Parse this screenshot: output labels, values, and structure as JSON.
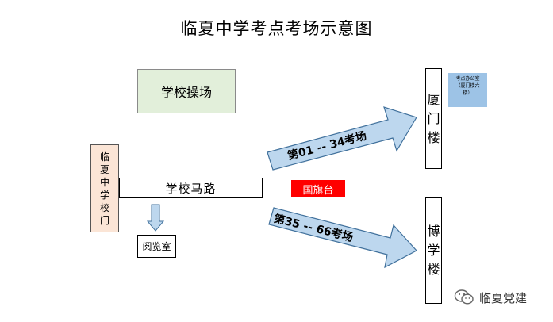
{
  "title": "临夏中学考点考场示意图",
  "playground": "学校操场",
  "school_gate": [
    "临",
    "夏",
    "中",
    "学",
    "校",
    "门"
  ],
  "road": "学校马路",
  "reading_room": "阅览室",
  "flag_platform": "国旗台",
  "buildings": {
    "xiamen": [
      "厦",
      "门",
      "楼"
    ],
    "boxue": [
      "博",
      "学",
      "楼"
    ]
  },
  "exam_office": [
    "考点办公室",
    "（厦门楼六",
    "楼）"
  ],
  "arrows": {
    "upper": "第01 --  34考场",
    "lower": "第35 --  66考场"
  },
  "watermark": "临夏党建",
  "colors": {
    "playground_fill": "#e2efda",
    "gate_fill": "#fbe5d6",
    "arrow_fill": "#bdd7ee",
    "flag_fill": "#ff0000",
    "office_fill": "#9dc3e6"
  }
}
